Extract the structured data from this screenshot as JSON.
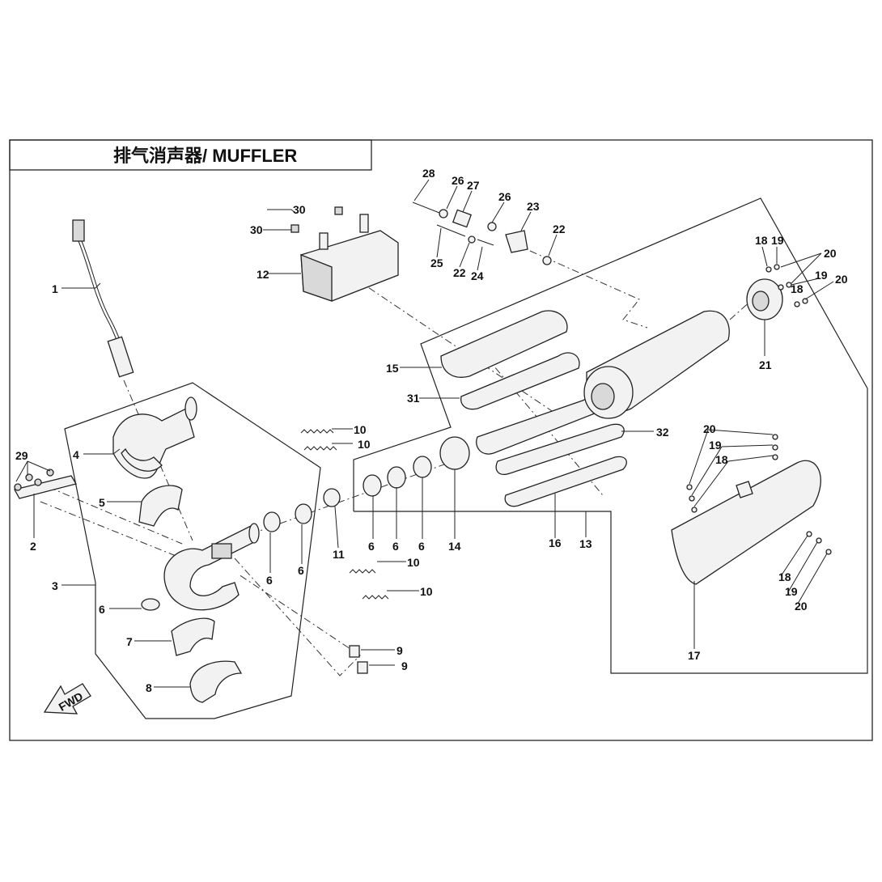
{
  "diagram": {
    "title": "排气消声器/ MUFFLER",
    "direction_mark": "FWD",
    "callouts": [
      {
        "id": "c1",
        "text": "1"
      },
      {
        "id": "c2",
        "text": "2"
      },
      {
        "id": "c3",
        "text": "3"
      },
      {
        "id": "c4",
        "text": "4"
      },
      {
        "id": "c5",
        "text": "5"
      },
      {
        "id": "c6a",
        "text": "6"
      },
      {
        "id": "c6b",
        "text": "6"
      },
      {
        "id": "c6c",
        "text": "6"
      },
      {
        "id": "c6d",
        "text": "6"
      },
      {
        "id": "c6e",
        "text": "6"
      },
      {
        "id": "c6f",
        "text": "6"
      },
      {
        "id": "c7",
        "text": "7"
      },
      {
        "id": "c8",
        "text": "8"
      },
      {
        "id": "c9a",
        "text": "9"
      },
      {
        "id": "c9b",
        "text": "9"
      },
      {
        "id": "c10a",
        "text": "10"
      },
      {
        "id": "c10b",
        "text": "10"
      },
      {
        "id": "c10c",
        "text": "10"
      },
      {
        "id": "c10d",
        "text": "10"
      },
      {
        "id": "c11",
        "text": "11"
      },
      {
        "id": "c12",
        "text": "12"
      },
      {
        "id": "c13",
        "text": "13"
      },
      {
        "id": "c14",
        "text": "14"
      },
      {
        "id": "c15",
        "text": "15"
      },
      {
        "id": "c16",
        "text": "16"
      },
      {
        "id": "c17",
        "text": "17"
      },
      {
        "id": "c18a",
        "text": "18"
      },
      {
        "id": "c18b",
        "text": "18"
      },
      {
        "id": "c18c",
        "text": "18"
      },
      {
        "id": "c18d",
        "text": "18"
      },
      {
        "id": "c19a",
        "text": "19"
      },
      {
        "id": "c19b",
        "text": "19"
      },
      {
        "id": "c19c",
        "text": "19"
      },
      {
        "id": "c19d",
        "text": "19"
      },
      {
        "id": "c20a",
        "text": "20"
      },
      {
        "id": "c20b",
        "text": "20"
      },
      {
        "id": "c20c",
        "text": "20"
      },
      {
        "id": "c20d",
        "text": "20"
      },
      {
        "id": "c21",
        "text": "21"
      },
      {
        "id": "c22a",
        "text": "22"
      },
      {
        "id": "c22b",
        "text": "22"
      },
      {
        "id": "c23",
        "text": "23"
      },
      {
        "id": "c24",
        "text": "24"
      },
      {
        "id": "c25",
        "text": "25"
      },
      {
        "id": "c26a",
        "text": "26"
      },
      {
        "id": "c26b",
        "text": "26"
      },
      {
        "id": "c27",
        "text": "27"
      },
      {
        "id": "c28",
        "text": "28"
      },
      {
        "id": "c29",
        "text": "29"
      },
      {
        "id": "c30a",
        "text": "30"
      },
      {
        "id": "c30b",
        "text": "30"
      },
      {
        "id": "c31",
        "text": "31"
      },
      {
        "id": "c32",
        "text": "32"
      }
    ]
  }
}
